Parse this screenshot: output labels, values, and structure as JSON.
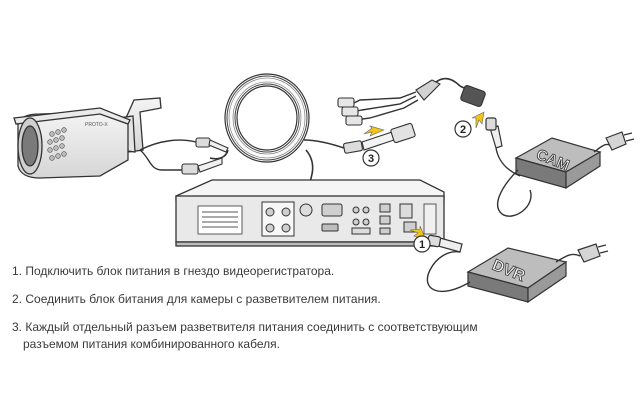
{
  "callouts": [
    "1",
    "2",
    "3"
  ],
  "devices": {
    "camera_psu_label": "CAM",
    "dvr_psu_label": "DVR",
    "camera_brand": "PROTO-X"
  },
  "steps": [
    {
      "num": "1.",
      "text": "Подключить блок питания в гнездо видеорегистратора."
    },
    {
      "num": "2.",
      "text": "Соединить блок битания для камеры с разветвителем питания."
    },
    {
      "num": "3.",
      "text": "Каждый отдельный разъем разветвителя питания соединить с соответствующим",
      "text2": "разъемом питания комбинированного кабеля."
    }
  ]
}
